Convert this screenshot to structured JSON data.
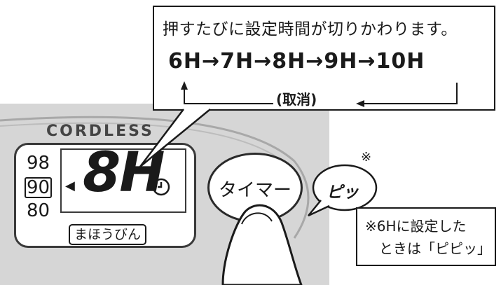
{
  "panel": {
    "brand": "CORDLESS",
    "temps": [
      "98",
      "90",
      "80"
    ],
    "selected_temp": "90",
    "display_time": "8H",
    "mode_label": "まほうびん",
    "icons": {
      "left_arrow": "triangle-left-icon",
      "clock": "clock-icon"
    }
  },
  "timer_button": {
    "label": "タイマー"
  },
  "callout": {
    "line1": "押すたびに設定時間が切りかわります。",
    "sequence": "6H→7H→8H→9H→10H",
    "cancel": "(取消)"
  },
  "sound": {
    "label": "ピッ",
    "mark": "※"
  },
  "note": {
    "line1": "※6Hに設定した",
    "line2": "ときは「ピピッ」"
  }
}
